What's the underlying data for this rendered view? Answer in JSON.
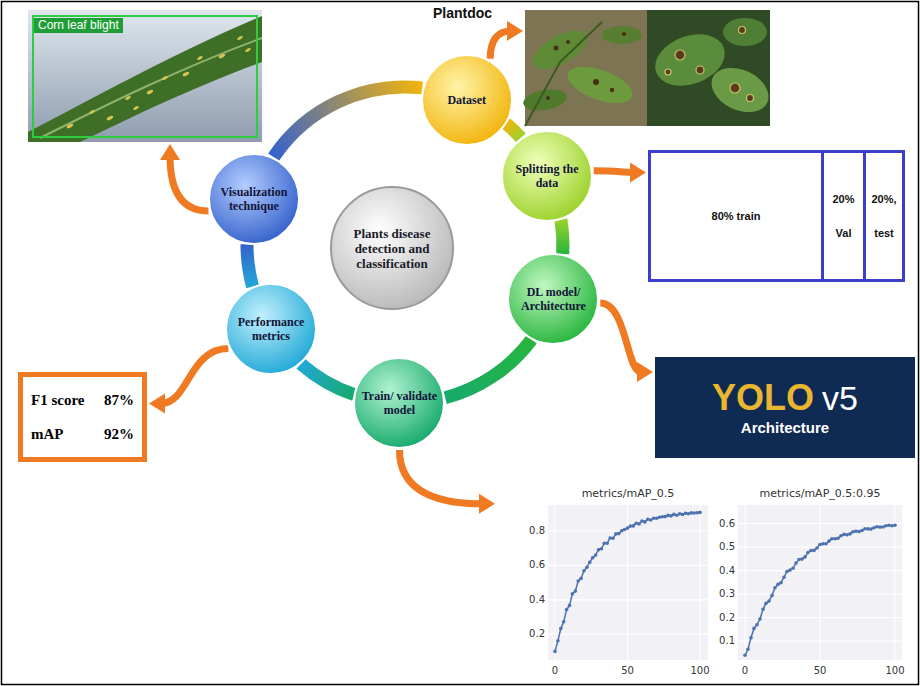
{
  "diagram": {
    "nodes": [
      {
        "text": [
          "Corn leaf blight"
        ]
      },
      {
        "text": [
          "Dataset"
        ]
      },
      {
        "text": [
          "Plantdoc"
        ]
      },
      {
        "text": [
          "Visualization technique"
        ]
      },
      {
        "text": [
          "Plants disease detection and classification"
        ]
      },
      {
        "text": [
          "Splitting the data"
        ]
      },
      {
        "text": [
          "80% train"
        ]
      },
      {
        "text": [
          "20%",
          "Val"
        ],
        "in": 6
      },
      {
        "text": [
          "20%,",
          "test"
        ],
        "in": 6
      },
      {
        "text": [
          "Performance metrics"
        ]
      },
      {
        "text": [
          "F1 score",
          "87%",
          "mAP",
          "92%"
        ]
      },
      {
        "text": [
          "DL model/ Architecture"
        ]
      },
      {
        "text": [
          "YOLO",
          "v5",
          "Architecture"
        ]
      },
      {
        "text": [
          "Train/ validate model"
        ]
      },
      {
        "text": [
          "metrics/mAP_0.5",
          "metrics/mAP_0.5:0.95"
        ]
      }
    ],
    "edges": [
      {
        "from": 1,
        "to": 5,
        "arrow": "none"
      },
      {
        "from": 5,
        "to": 11,
        "arrow": "none"
      },
      {
        "from": 11,
        "to": 13,
        "arrow": "none"
      },
      {
        "from": 13,
        "to": 9,
        "arrow": "none"
      },
      {
        "from": 9,
        "to": 3,
        "arrow": "none"
      },
      {
        "from": 3,
        "to": 1,
        "arrow": "none"
      },
      {
        "from": 1,
        "to": 2,
        "arrow": "to"
      },
      {
        "from": 5,
        "to": 6,
        "arrow": "to"
      },
      {
        "from": 11,
        "to": 12,
        "arrow": "to"
      },
      {
        "from": 13,
        "to": 14,
        "arrow": "to"
      },
      {
        "from": 9,
        "to": 10,
        "arrow": "to"
      },
      {
        "from": 3,
        "to": 0,
        "arrow": "to"
      }
    ],
    "labels": [
      "0.8",
      "0.6",
      "0.4",
      "0.2",
      "0",
      "50",
      "100",
      "0.6",
      "0.5",
      "0.4",
      "0.3",
      "0.2",
      "0.1",
      "0",
      "50",
      "100"
    ]
  }
}
